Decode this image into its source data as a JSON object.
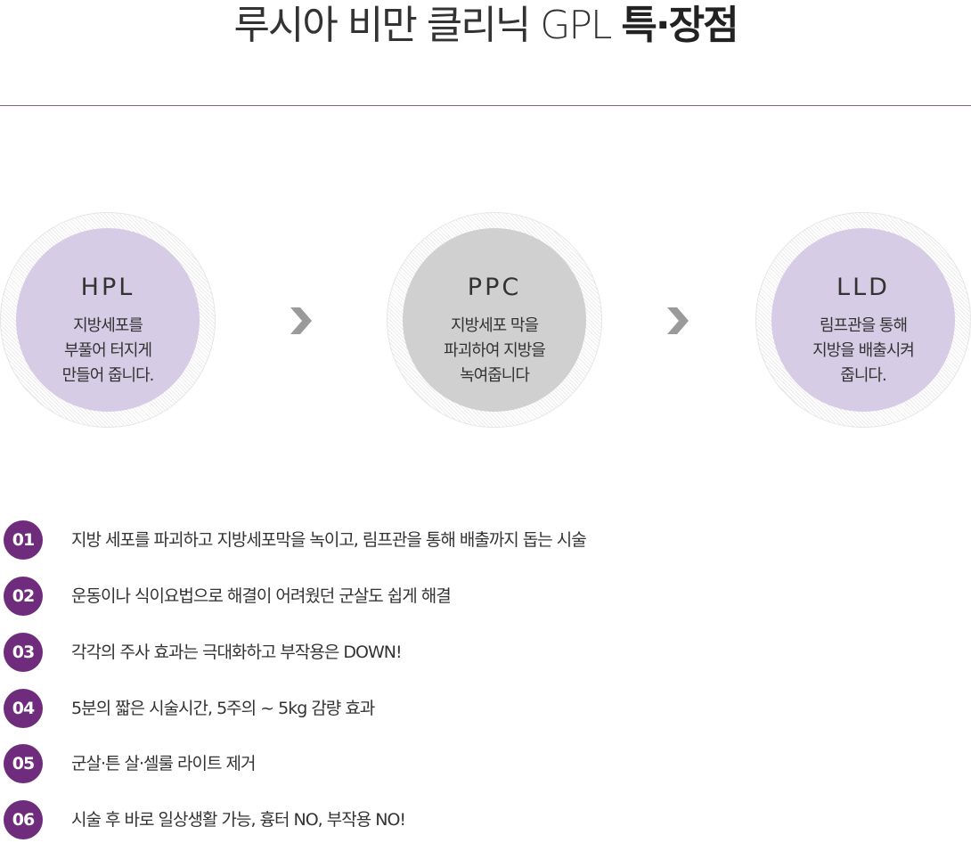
{
  "title": {
    "light": "루시아 비만 클리닉 GPL",
    "bold": "특·장점"
  },
  "steps": [
    {
      "code": "HPL",
      "desc": "지방세포를\n부풀어 터지게\n만들어 줍니다.",
      "style": "purple"
    },
    {
      "code": "PPC",
      "desc": "지방세포 막을\n파괴하여 지방을\n녹여줍니다",
      "style": "gray"
    },
    {
      "code": "LLD",
      "desc": "림프관을 통해\n지방을 배출시켜\n줍니다.",
      "style": "purple"
    }
  ],
  "arrow_icon": "chevron-right-icon",
  "features": [
    {
      "num": "01",
      "text": "지방 세포를 파괴하고 지방세포막을 녹이고, 림프관을 통해 배출까지 돕는 시술"
    },
    {
      "num": "02",
      "text": "운동이나 식이요법으로 해결이 어려웠던 군살도 쉽게 해결"
    },
    {
      "num": "03",
      "text": "각각의 주사 효과는 극대화하고 부작용은 DOWN!"
    },
    {
      "num": "04",
      "text": "5분의 짧은 시술시간, 5주의 ~ 5kg 감량 효과"
    },
    {
      "num": "05",
      "text": "군살·튼 살·셀룰 라이트 제거"
    },
    {
      "num": "06",
      "text": "시술 후 바로 일상생활 가능, 흉터 NO, 부작용 NO!"
    }
  ],
  "colors": {
    "accent": "#6f2c7c",
    "circle_purple": "#d7cce6",
    "circle_gray": "#d0d0d0",
    "divider": "#8a5a8f"
  }
}
